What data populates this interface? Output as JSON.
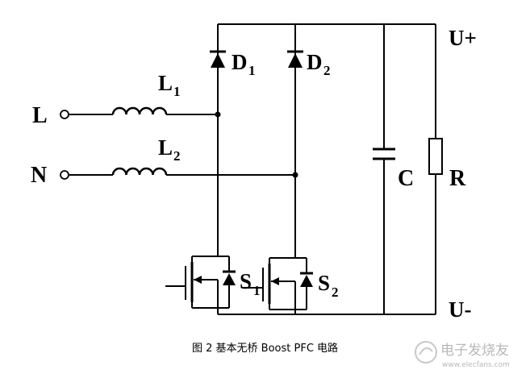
{
  "labels": {
    "terminal_L": "L",
    "terminal_N": "N",
    "L1": "L",
    "L1_sub": "1",
    "L2": "L",
    "L2_sub": "2",
    "D1": "D",
    "D1_sub": "1",
    "D2": "D",
    "D2_sub": "2",
    "S1": "S",
    "S1_sub": "1",
    "S2": "S",
    "S2_sub": "2",
    "C": "C",
    "R": "R",
    "U_plus": "U+",
    "U_minus": "U-"
  },
  "caption": "图 2  基本无桥 Boost PFC 电路",
  "watermark": "电子发烧友",
  "watermark_url": "www.elecfans.com"
}
